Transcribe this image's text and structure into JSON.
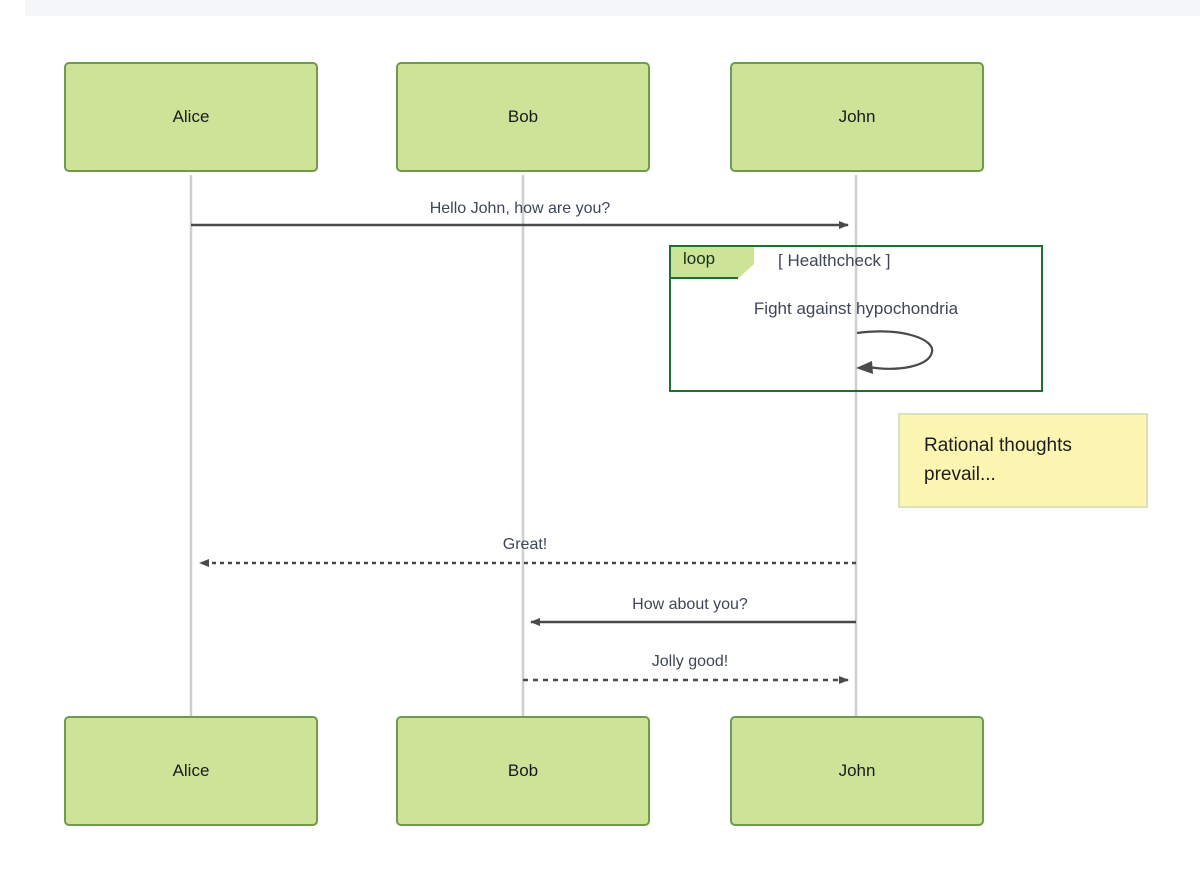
{
  "page": {
    "background_color": "#ffffff",
    "topbar_color": "#f5f6f7"
  },
  "diagram": {
    "type": "sequence-diagram",
    "colors": {
      "actor_fill": "#cde498",
      "actor_border": "#6f9b4b",
      "lifeline": "#cfcfcf",
      "message_line": "#4a4a4a",
      "message_text": "#3f4656",
      "loop_border": "#1f6f33",
      "loop_tab_fill": "#cde498",
      "note_fill": "#fdf6b2",
      "note_border": "#d8e3bd"
    },
    "participants_top": [
      {
        "name": "Alice"
      },
      {
        "name": "Bob"
      },
      {
        "name": "John"
      }
    ],
    "participants_bottom": [
      {
        "name": "Alice"
      },
      {
        "name": "Bob"
      },
      {
        "name": "John"
      }
    ],
    "messages": [
      {
        "label": "Hello John, how are you?",
        "from": "Alice",
        "to": "John",
        "style": "solid"
      },
      {
        "label": "Great!",
        "from": "John",
        "to": "Alice",
        "style": "dashed"
      },
      {
        "label": "How about you?",
        "from": "John",
        "to": "Bob",
        "style": "solid"
      },
      {
        "label": "Jolly good!",
        "from": "Bob",
        "to": "John",
        "style": "dashed"
      }
    ],
    "loop_fragment": {
      "keyword": "loop",
      "condition": "[ Healthcheck ]",
      "body_text": "Fight against hypochondria",
      "self_message": true
    },
    "note": {
      "text_line1": "Rational thoughts",
      "text_line2": "prevail...",
      "attached_to": "John"
    }
  }
}
